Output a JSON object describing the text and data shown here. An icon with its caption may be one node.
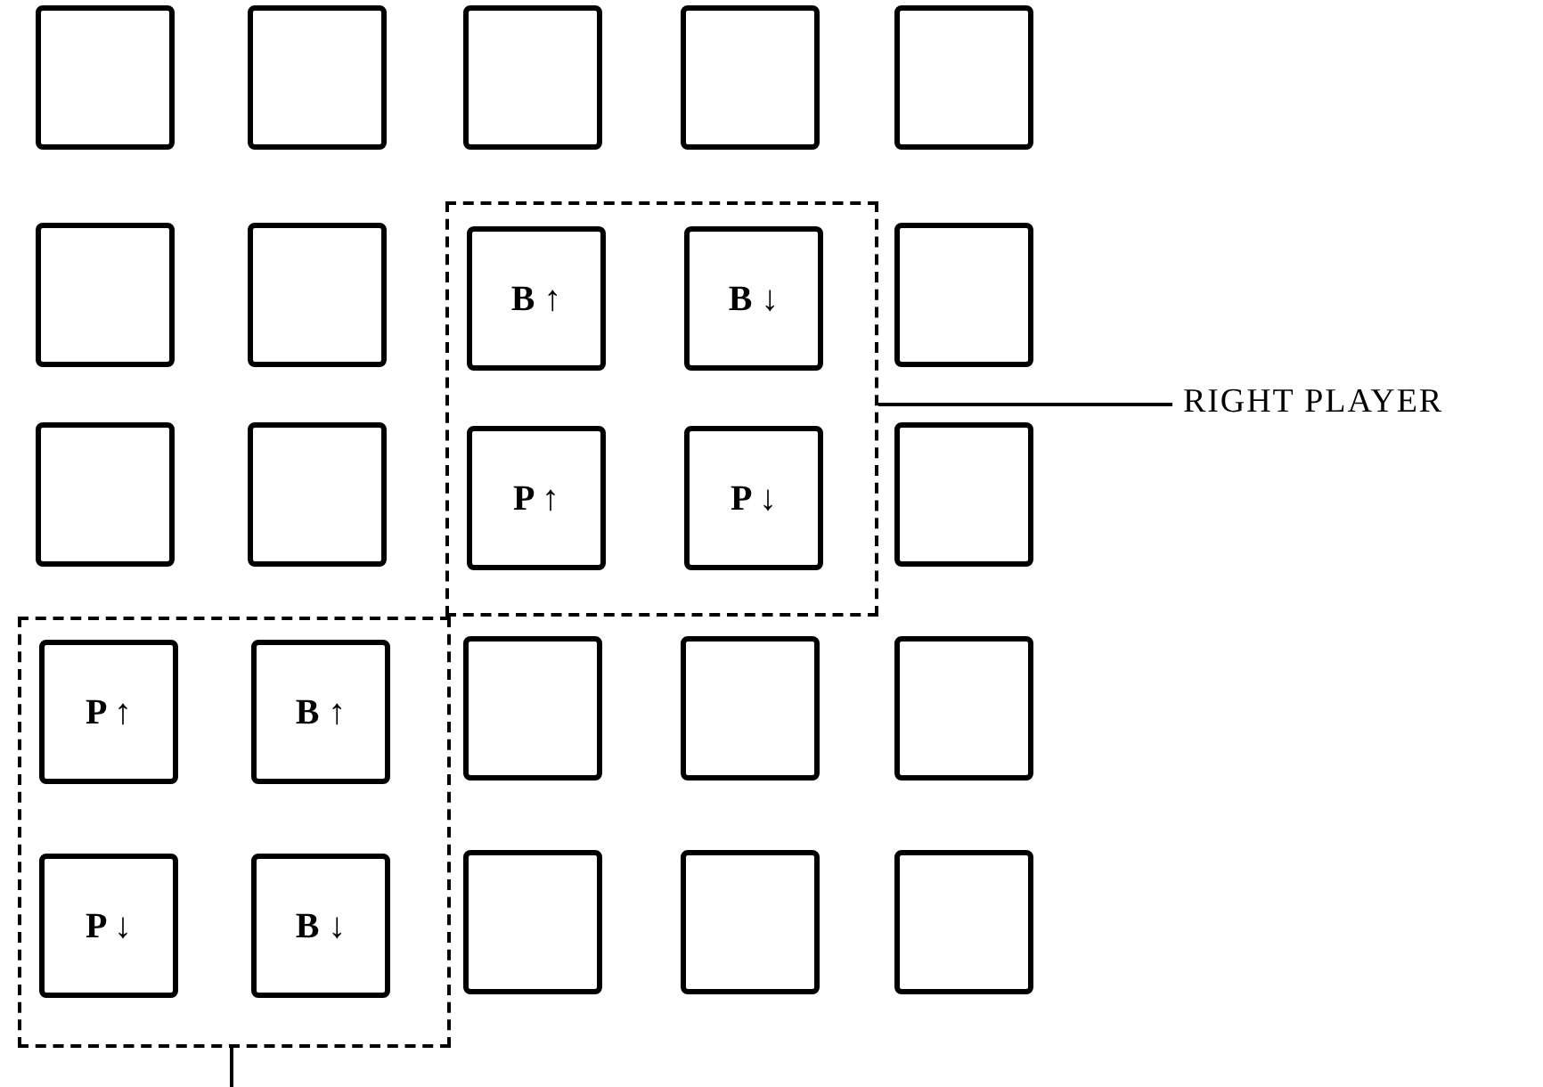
{
  "diagram": {
    "nodes": [
      {
        "text": [],
        "shape": "box"
      },
      {
        "text": [],
        "shape": "box"
      },
      {
        "text": [],
        "shape": "box"
      },
      {
        "text": [],
        "shape": "box"
      },
      {
        "text": [],
        "shape": "box"
      },
      {
        "text": [],
        "shape": "box"
      },
      {
        "text": [],
        "shape": "box"
      },
      {
        "text": [],
        "shape": "box"
      },
      {
        "text": [
          "B ↑"
        ],
        "in": 7
      },
      {
        "text": [
          "B ↓"
        ],
        "in": 7
      },
      {
        "text": [],
        "shape": "box"
      },
      {
        "text": [
          "RIGHT PLAYER"
        ]
      },
      {
        "text": [],
        "shape": "box"
      },
      {
        "text": [],
        "shape": "box"
      },
      {
        "text": [
          "P ↑"
        ],
        "in": 7
      },
      {
        "text": [
          "P ↓"
        ],
        "in": 7
      },
      {
        "text": [],
        "shape": "box"
      },
      {
        "text": [],
        "shape": "box"
      },
      {
        "text": [
          "P ↑"
        ],
        "in": 17
      },
      {
        "text": [
          "B ↑"
        ],
        "in": 17
      },
      {
        "text": [],
        "shape": "box"
      },
      {
        "text": [],
        "shape": "box"
      },
      {
        "text": [],
        "shape": "box"
      },
      {
        "text": [
          "P ↓"
        ],
        "in": 17
      },
      {
        "text": [
          "B ↓"
        ],
        "in": 17
      },
      {
        "text": [],
        "shape": "box"
      },
      {
        "text": [],
        "shape": "box"
      },
      {
        "text": [],
        "shape": "box"
      }
    ],
    "edges": [
      {
        "from": 11,
        "to": 7,
        "arrow": "none"
      },
      {
        "from": 17,
        "to": null,
        "arrow": "none"
      }
    ]
  }
}
